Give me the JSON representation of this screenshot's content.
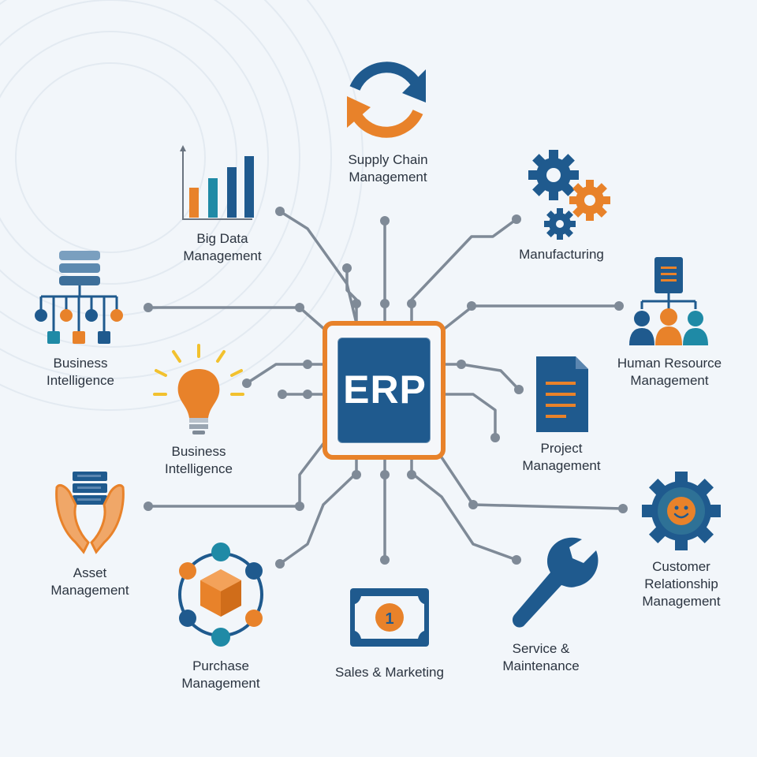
{
  "hub": {
    "label": "ERP"
  },
  "colors": {
    "navy": "#1f5a8e",
    "orange": "#e8822a",
    "teal": "#1f8aa6",
    "connector": "#7f8a97",
    "text": "#2b3440"
  },
  "modules": [
    {
      "id": "supply-chain",
      "line1": "Supply Chain",
      "line2": "Management",
      "icon": "sync-arrows-icon"
    },
    {
      "id": "big-data",
      "line1": "Big Data",
      "line2": "Management",
      "icon": "bar-chart-icon"
    },
    {
      "id": "manufacturing",
      "line1": "Manufacturing",
      "line2": "",
      "icon": "gears-icon"
    },
    {
      "id": "business-intelligence-1",
      "line1": "Business",
      "line2": "Intelligence",
      "icon": "database-tree-icon"
    },
    {
      "id": "human-resource",
      "line1": "Human Resource",
      "line2": "Management",
      "icon": "org-chart-people-icon"
    },
    {
      "id": "business-intelligence-2",
      "line1": "Business",
      "line2": "Intelligence",
      "icon": "lightbulb-icon"
    },
    {
      "id": "project",
      "line1": "Project",
      "line2": "Management",
      "icon": "document-icon"
    },
    {
      "id": "asset",
      "line1": "Asset",
      "line2": "Management",
      "icon": "hands-server-icon"
    },
    {
      "id": "customer-relationship",
      "line1": "Customer",
      "line2": "Relationship",
      "line3": "Management",
      "icon": "gear-smiley-icon"
    },
    {
      "id": "purchase",
      "line1": "Purchase",
      "line2": "Management",
      "icon": "cube-network-icon"
    },
    {
      "id": "sales-marketing",
      "line1": "Sales & Marketing",
      "line2": "",
      "icon": "banknote-icon"
    },
    {
      "id": "service-maintenance",
      "line1": "Service &",
      "line2": "Maintenance",
      "icon": "wrench-icon"
    }
  ],
  "badge": {
    "value": "1"
  }
}
